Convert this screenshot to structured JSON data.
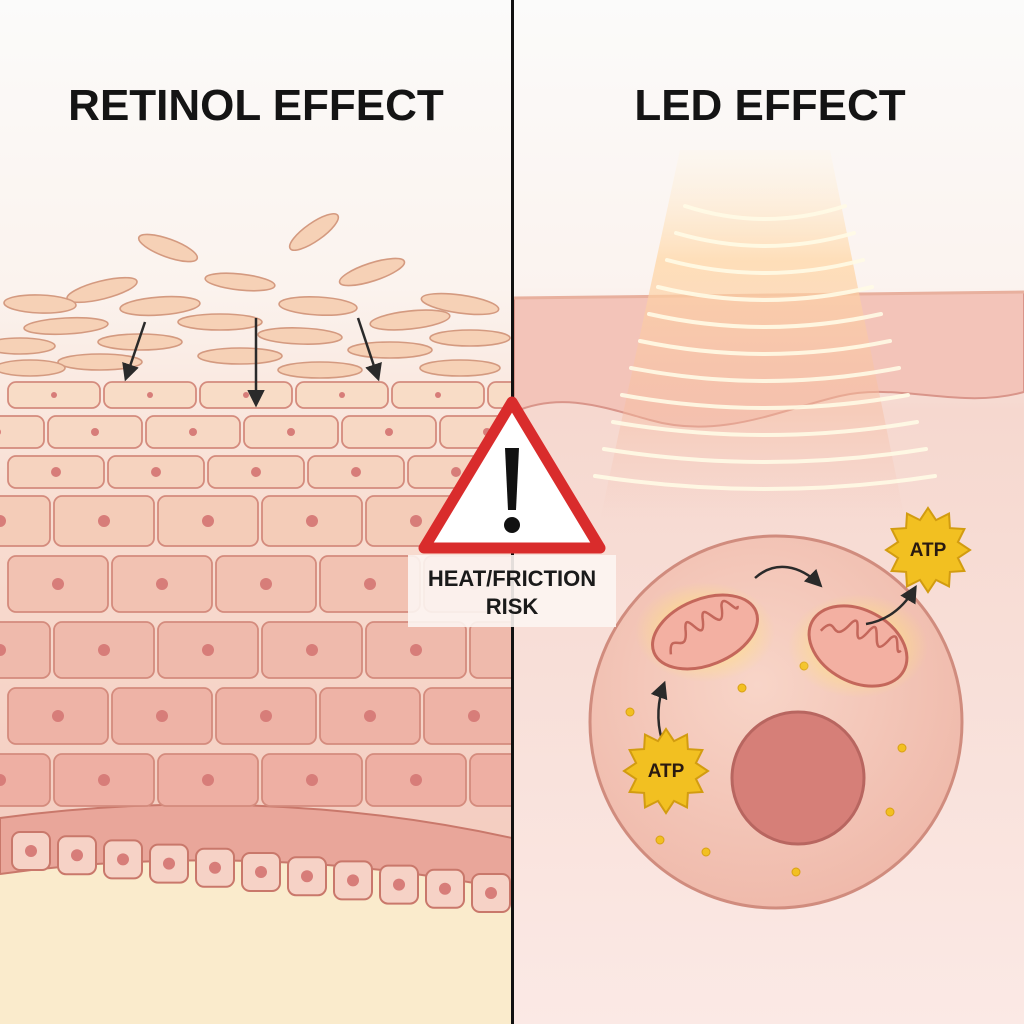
{
  "panels": {
    "left": {
      "title": "RETINOL EFFECT"
    },
    "right": {
      "title": "LED EFFECT"
    }
  },
  "warning": {
    "icon": "warning-triangle-icon",
    "line1": "HEAT/FRICTION",
    "line2": "RISK"
  },
  "atp": {
    "upper": "ATP",
    "lower": "ATP"
  },
  "colors": {
    "skin_light": "#f6d9c9",
    "skin_mid": "#eeb7a7",
    "cell_outline": "#d48b7d",
    "nucleus": "#d77d79",
    "warning_red": "#d92c2c",
    "atp_gold": "#f2c021",
    "divider": "#111111"
  }
}
